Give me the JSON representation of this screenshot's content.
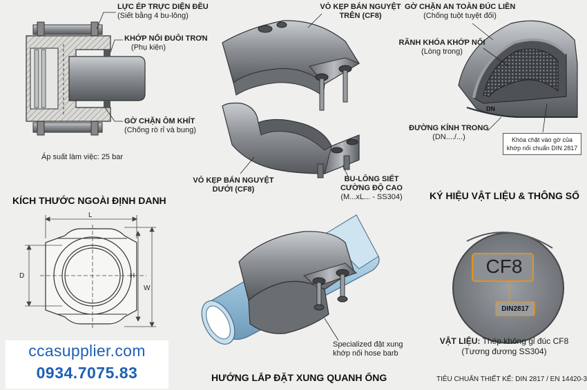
{
  "labels": {
    "l1_title": "LỰC ÉP TRỰC DIỆN ĐỀU",
    "l1_sub": "(Siết bằng 4 bu-lông)",
    "l2_title": "KHỚP NỐI ĐUÔI TRƠN",
    "l2_sub": "(Phụ kiện)",
    "l3_title": "GỜ CHẶN ÔM KHÍT",
    "l3_sub": "(Chống rò rỉ và bung)",
    "l4": "Áp suất làm việc: 25 bar",
    "l5_title": "VỎ KẸP BÁN NGUYỆT",
    "l5_sub": "TRÊN (CF8)",
    "l6_title": "VỎ KẸP BÁN NGUYỆT",
    "l6_sub": "DƯỚI (CF8)",
    "l7_title": "BU-LÔNG SIẾT",
    "l7_sub1": "CƯỜNG ĐỘ CAO",
    "l7_sub2": "(M...xL... - SS304)",
    "l8_title": "GỜ CHẶN AN TOÀN ĐÚC LIỀN",
    "l8_sub": "(Chống tuột tuyệt đối)",
    "l9_title": "RÃNH KHÓA KHỚP NỐI",
    "l9_sub": "(Lòng trong)",
    "l10_title": "ĐƯỜNG KÍNH TRONG",
    "l10_sub": "(DN..../...)",
    "l11_line1": "Khóa chặt vào gờ của",
    "l11_line2": "khớp nối chuẩn DIN 2817",
    "dn_mark": "DN",
    "l12_line1": "Specialized đặt xung",
    "l12_line2": "khớp nối hose barb",
    "material_key": "VẬT LIỆU:",
    "material_val": " Thép không gỉ đúc CF8",
    "material_sub": "(Tương đương SS304)",
    "standard": "TIÊU CHUẨN THIẾT KẾ: DIN 2817 / EN 14420-3"
  },
  "headings": {
    "dims": "KÍCH THƯỚC NGOÀI ĐỊNH DANH",
    "material": "KÝ HIỆU VẬT LIỆU & THÔNG SỐ",
    "install": "HƯỚNG LẮP ĐẶT XUNG QUANH ỐNG"
  },
  "dims": {
    "L": "L",
    "D": "D",
    "H": "H",
    "W": "W"
  },
  "stamp": {
    "cf8": "CF8",
    "din": "DIN2817"
  },
  "site": {
    "url": "ccasupplier.com",
    "phone": "0934.7075.83"
  },
  "colors": {
    "metal": "#8b8f94",
    "metal_dark": "#5d6166",
    "metal_light": "#c4c7cb",
    "pipe": "#9ec6e0",
    "brand": "#1e5fb4",
    "stamp": "#e2941c"
  }
}
